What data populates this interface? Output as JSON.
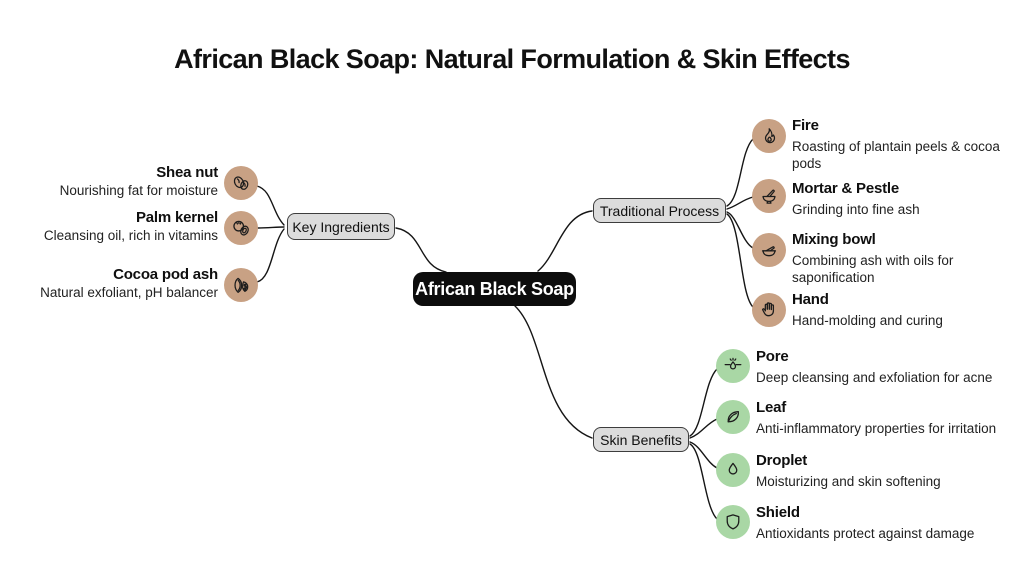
{
  "title": "African Black Soap: Natural Formulation & Skin Effects",
  "center_node": {
    "label": "African Black Soap"
  },
  "colors": {
    "ingredient_icon_bg": "#c8a184",
    "benefit_icon_bg": "#a9d7a5",
    "branch_pill_bg": "#dcdcdc",
    "branch_pill_border": "#3d3d3d",
    "center_node_bg": "#0d0d0d",
    "center_node_text": "#ffffff",
    "connector_line": "#151515"
  },
  "branches": [
    {
      "label": "Key Ingredients",
      "side": "left",
      "items": [
        {
          "icon": "shea-nut-icon",
          "title": "Shea nut",
          "desc": "Nourishing fat for moisture"
        },
        {
          "icon": "palm-kernel-icon",
          "title": "Palm kernel",
          "desc": "Cleansing oil, rich in vitamins"
        },
        {
          "icon": "cocoa-pod-icon",
          "title": "Cocoa pod ash",
          "desc": "Natural exfoliant, pH balancer"
        }
      ]
    },
    {
      "label": "Traditional Process",
      "side": "right-top",
      "items": [
        {
          "icon": "fire-icon",
          "title": "Fire",
          "desc": "Roasting of plantain peels & cocoa pods"
        },
        {
          "icon": "mortar-pestle-icon",
          "title": "Mortar & Pestle",
          "desc": "Grinding into fine ash"
        },
        {
          "icon": "mixing-bowl-icon",
          "title": "Mixing bowl",
          "desc": "Combining ash with oils for saponification"
        },
        {
          "icon": "hand-icon",
          "title": "Hand",
          "desc": "Hand-molding and curing"
        }
      ]
    },
    {
      "label": "Skin Benefits",
      "side": "right-bottom",
      "items": [
        {
          "icon": "pore-icon",
          "title": "Pore",
          "desc": "Deep cleansing and exfoliation for acne"
        },
        {
          "icon": "leaf-icon",
          "title": "Leaf",
          "desc": "Anti-inflammatory properties for irritation"
        },
        {
          "icon": "droplet-icon",
          "title": "Droplet",
          "desc": "Moisturizing and skin softening"
        },
        {
          "icon": "shield-icon",
          "title": "Shield",
          "desc": "Antioxidants protect against damage"
        }
      ]
    }
  ]
}
